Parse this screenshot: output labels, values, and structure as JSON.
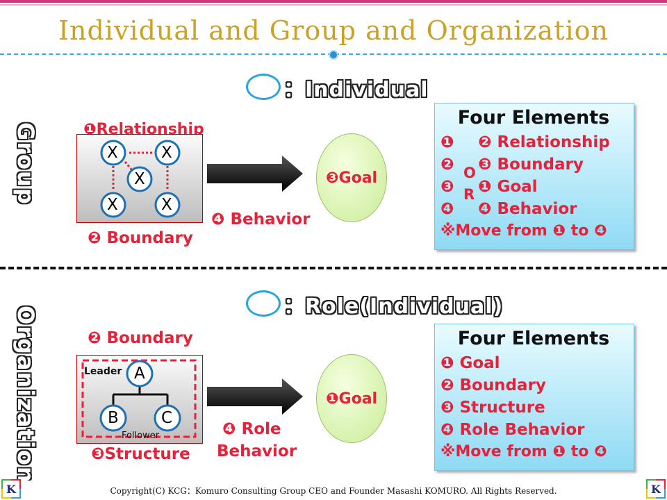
{
  "title": "Individual and Group and Organization",
  "colors": {
    "accent_red": "#e8213a",
    "title_gold": "#c9a227",
    "line_blue": "#3ba7d8"
  },
  "group": {
    "side_label": "Group",
    "legend_text": "：Individual",
    "relationship_label": "❶Relationship",
    "node_labels": [
      "X",
      "X",
      "X",
      "X",
      "X"
    ],
    "boundary_label": "❷ Boundary",
    "behavior_label": "❹ Behavior",
    "goal_label": "❸Goal",
    "four_elements": {
      "title": "Four Elements",
      "left_marks": [
        "❶",
        "❷",
        "❸",
        "❹"
      ],
      "or_letters": [
        "O",
        "R"
      ],
      "rows": [
        "❷ Relationship",
        "❸ Boundary",
        "❶ Goal",
        "❹ Behavior"
      ],
      "move": "※Move from ❶ to ❹"
    }
  },
  "organization": {
    "side_label": "Organization",
    "legend_text": "：Role(Individual)",
    "boundary_label": "❷ Boundary",
    "leader_label": "Leader",
    "follower_label": "Follower",
    "node_labels": [
      "A",
      "B",
      "C"
    ],
    "structure_label": "❸Structure",
    "behavior_label_1": "❹ Role",
    "behavior_label_2": "Behavior",
    "goal_label": "❶Goal",
    "four_elements": {
      "title": "Four Elements",
      "rows": [
        "❶ Goal",
        "❷ Boundary",
        "❸ Structure",
        "❹ Role Behavior"
      ],
      "move": "※Move from ❶ to ❹"
    }
  },
  "footer": {
    "copyright": "Copyright(C)  KCG：Komuro Consulting Group   CEO and Founder  Masashi KOMURO. All Rights Reserved.",
    "logo_letter": "K"
  }
}
